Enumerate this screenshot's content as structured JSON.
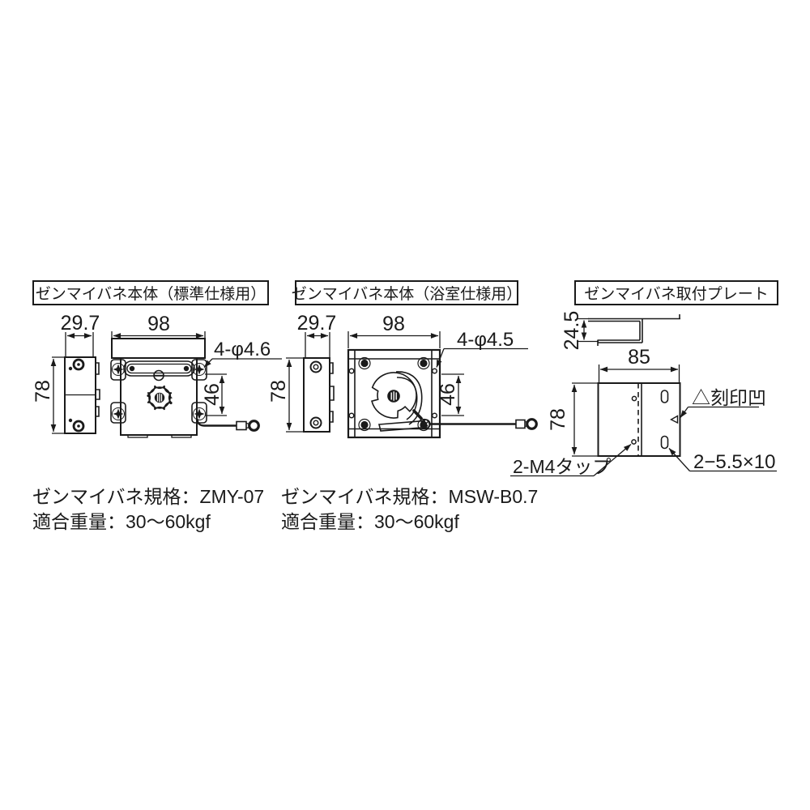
{
  "colors": {
    "background": "#ffffff",
    "line": "#1a1a1a"
  },
  "sections": {
    "standard": {
      "title": "ゼンマイバネ本体（標準仕様用）",
      "dimensions": {
        "body_depth": "29.7",
        "body_width": "98",
        "body_height": "78",
        "hole_pitch": "46"
      },
      "hole_note": "4-φ4.6",
      "spec_model": "ゼンマイバネ規格：ZMY-07",
      "spec_weight": "適合重量：30～60kgf"
    },
    "bathroom": {
      "title": "ゼンマイバネ本体（浴室仕様用）",
      "dimensions": {
        "body_depth": "29.7",
        "body_width": "98",
        "body_height": "78",
        "hole_pitch": "46"
      },
      "hole_note": "4-φ4.5",
      "spec_model": "ゼンマイバネ規格：MSW-B0.7",
      "spec_weight": "適合重量：30～60kgf"
    },
    "plate": {
      "title": "ゼンマイバネ取付プレート",
      "dimensions": {
        "flange_depth": "24.5",
        "width": "85",
        "height": "78"
      },
      "mark_note": "△刻印凹",
      "slot_note": "2−5.5×10",
      "tap_note": "2-M4タップ"
    }
  }
}
